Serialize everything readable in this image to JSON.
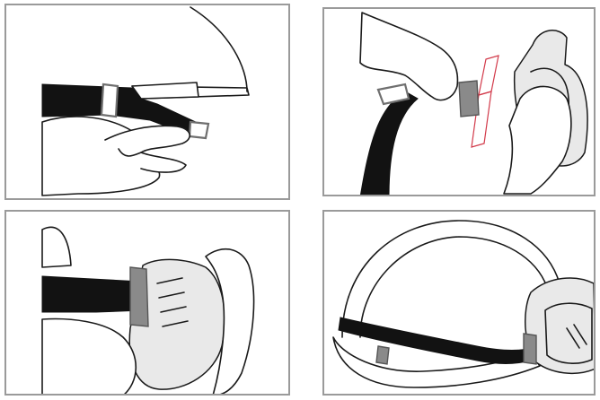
{
  "figure": {
    "panels": [
      {
        "id": "panel-1",
        "content": "helmet-strap-clip-attach"
      },
      {
        "id": "panel-2",
        "content": "clip-into-goggle-frame-highlighted"
      },
      {
        "id": "panel-3",
        "content": "strap-through-goggle-buckle"
      },
      {
        "id": "panel-4",
        "content": "goggles-mounted-on-helmet"
      }
    ],
    "colors": {
      "line": "#1a1a1a",
      "strap": "#121212",
      "buckle": "#8a8a8a",
      "highlight": "#d23a4a",
      "border": "#9a9a9a"
    }
  }
}
